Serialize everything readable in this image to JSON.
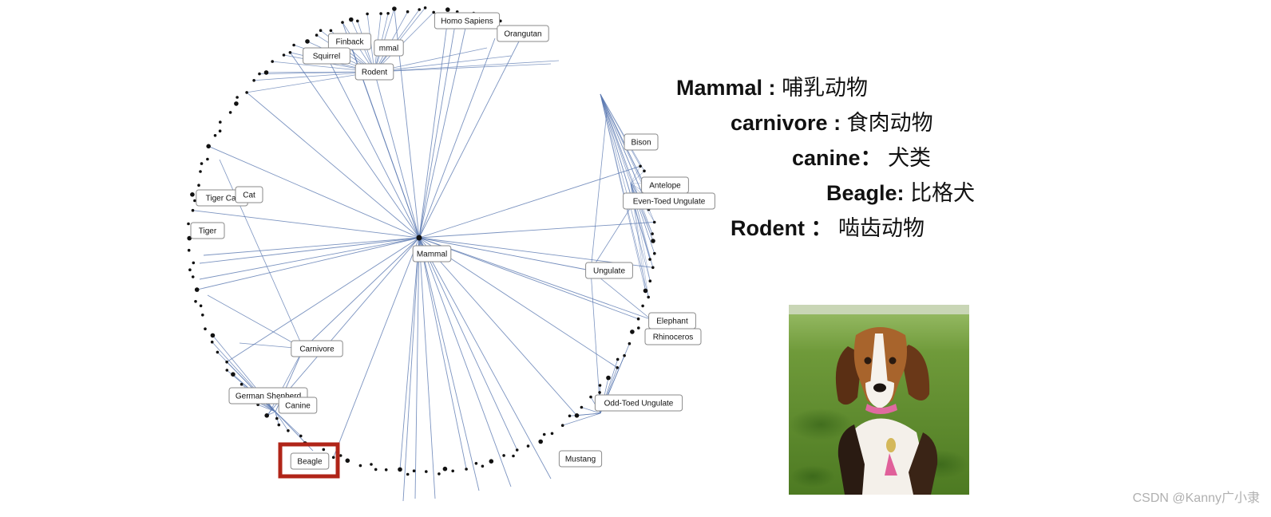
{
  "graph": {
    "center_label": "Mammal",
    "nodes": [
      {
        "label": "Homo Sapiens"
      },
      {
        "label": "Orangutan"
      },
      {
        "label": "Finback"
      },
      {
        "label": "mmal"
      },
      {
        "label": "Squirrel"
      },
      {
        "label": "Rodent"
      },
      {
        "label": "Bison"
      },
      {
        "label": "Antelope"
      },
      {
        "label": "Even-Toed Ungulate"
      },
      {
        "label": "Tiger Cat"
      },
      {
        "label": "Cat"
      },
      {
        "label": "Tiger"
      },
      {
        "label": "Mammal"
      },
      {
        "label": "Ungulate"
      },
      {
        "label": "Elephant"
      },
      {
        "label": "Rhinoceros"
      },
      {
        "label": "Carnivore"
      },
      {
        "label": "German Shepherd"
      },
      {
        "label": "Canine"
      },
      {
        "label": "Odd-Toed Ungulate"
      },
      {
        "label": "Beagle"
      },
      {
        "label": "Mustang"
      }
    ],
    "highlight_node": "Beagle",
    "highlight_color": "#b02418",
    "edge_color": "#5a78b0"
  },
  "legend": [
    {
      "term": "Mammal :",
      "translation": "哺乳动物"
    },
    {
      "term": "carnivore :",
      "translation": "食肉动物"
    },
    {
      "term": "canine：",
      "translation": "犬类"
    },
    {
      "term": "Beagle:",
      "translation": "比格犬"
    },
    {
      "term": "Rodent ：",
      "translation": "啮齿动物"
    }
  ],
  "photo": {
    "subject": "beagle-dog-photo"
  },
  "watermark": "CSDN @Kanny广小隶"
}
